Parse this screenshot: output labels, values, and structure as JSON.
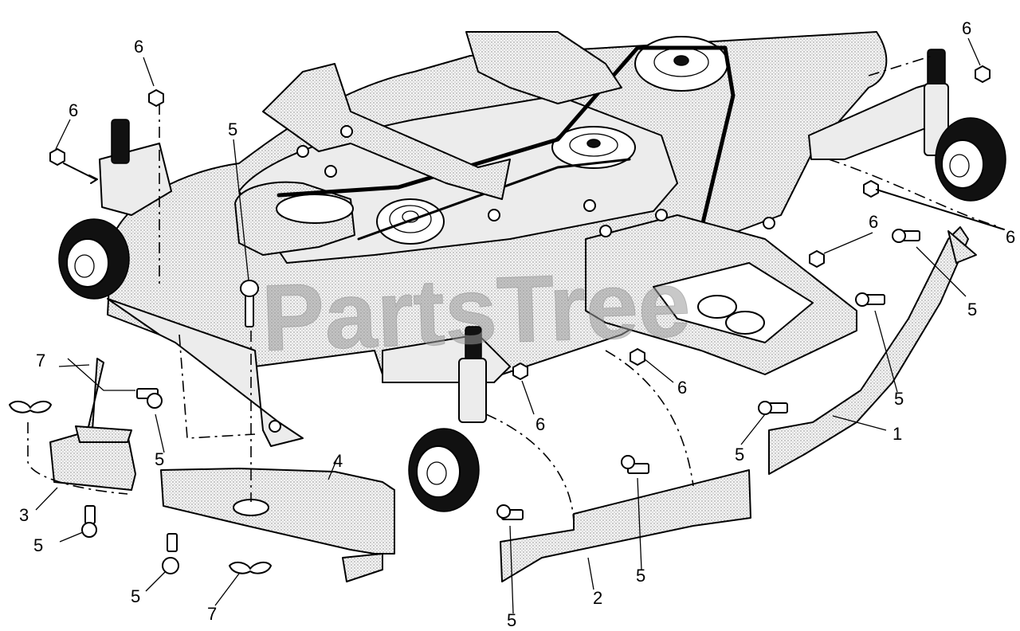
{
  "watermark": "PartsTree",
  "callouts": [
    {
      "id": "c6-top-left",
      "text": "6"
    },
    {
      "id": "c6-left",
      "text": "6"
    },
    {
      "id": "c5-upper-left",
      "text": "5"
    },
    {
      "id": "c6-top-right",
      "text": "6"
    },
    {
      "id": "c6-mid-right",
      "text": "6"
    },
    {
      "id": "c6-right-edge",
      "text": "6"
    },
    {
      "id": "c5-right-upper",
      "text": "5"
    },
    {
      "id": "c5-right-lower",
      "text": "5"
    },
    {
      "id": "c6-center",
      "text": "6"
    },
    {
      "id": "c6-front-caster",
      "text": "6"
    },
    {
      "id": "c1",
      "text": "1"
    },
    {
      "id": "c5-right-shield",
      "text": "5"
    },
    {
      "id": "c7-left",
      "text": "7"
    },
    {
      "id": "c5-left-chute",
      "text": "5"
    },
    {
      "id": "c3",
      "text": "3"
    },
    {
      "id": "c5-left-bottom",
      "text": "5"
    },
    {
      "id": "c4",
      "text": "4"
    },
    {
      "id": "c5-chute-screw",
      "text": "5"
    },
    {
      "id": "c7-bottom",
      "text": "7"
    },
    {
      "id": "c5-front-left",
      "text": "5"
    },
    {
      "id": "c2",
      "text": "2"
    },
    {
      "id": "c5-front-mid",
      "text": "5"
    }
  ],
  "colors": {
    "line": "#000000",
    "part_fill": "#d9d9d9",
    "watermark": "#9a9a9a"
  }
}
